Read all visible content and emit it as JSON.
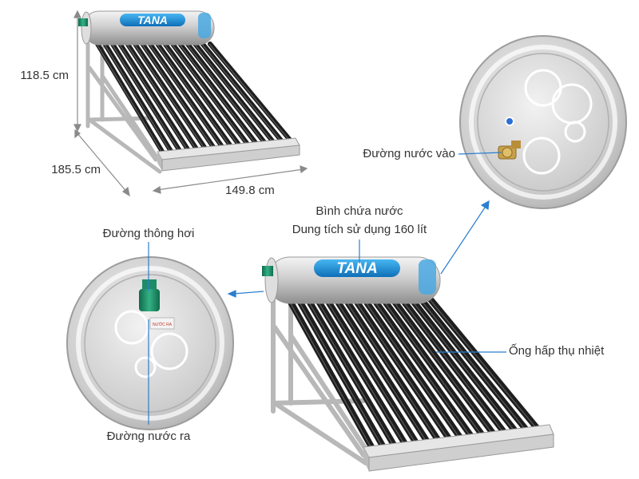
{
  "brand": {
    "name": "TANA"
  },
  "dimensions": {
    "height": "118.5 cm",
    "depth": "185.5 cm",
    "width": "149.8 cm"
  },
  "callouts": {
    "tank_title": "Bình chứa nước",
    "tank_capacity": "Dung tích sử dụng 160 lít",
    "inlet": "Đường nước vào",
    "vent": "Đường thông hơi",
    "outlet": "Đường nước ra",
    "tubes": "Ống hấp thụ nhiệt"
  },
  "plate_text": {
    "outlet_tag": "NƯỚC RA"
  },
  "colors": {
    "leader_line": "#2a7fcf",
    "dimension_line": "#8a8a8a",
    "steel_light": "#eeeeee",
    "steel_dark": "#9a9a9a",
    "tube_dark": "#1e1e1e",
    "brand_blue": "#1a8fd8",
    "valve_green": "#1e8c68",
    "brass": "#c8a04a"
  }
}
